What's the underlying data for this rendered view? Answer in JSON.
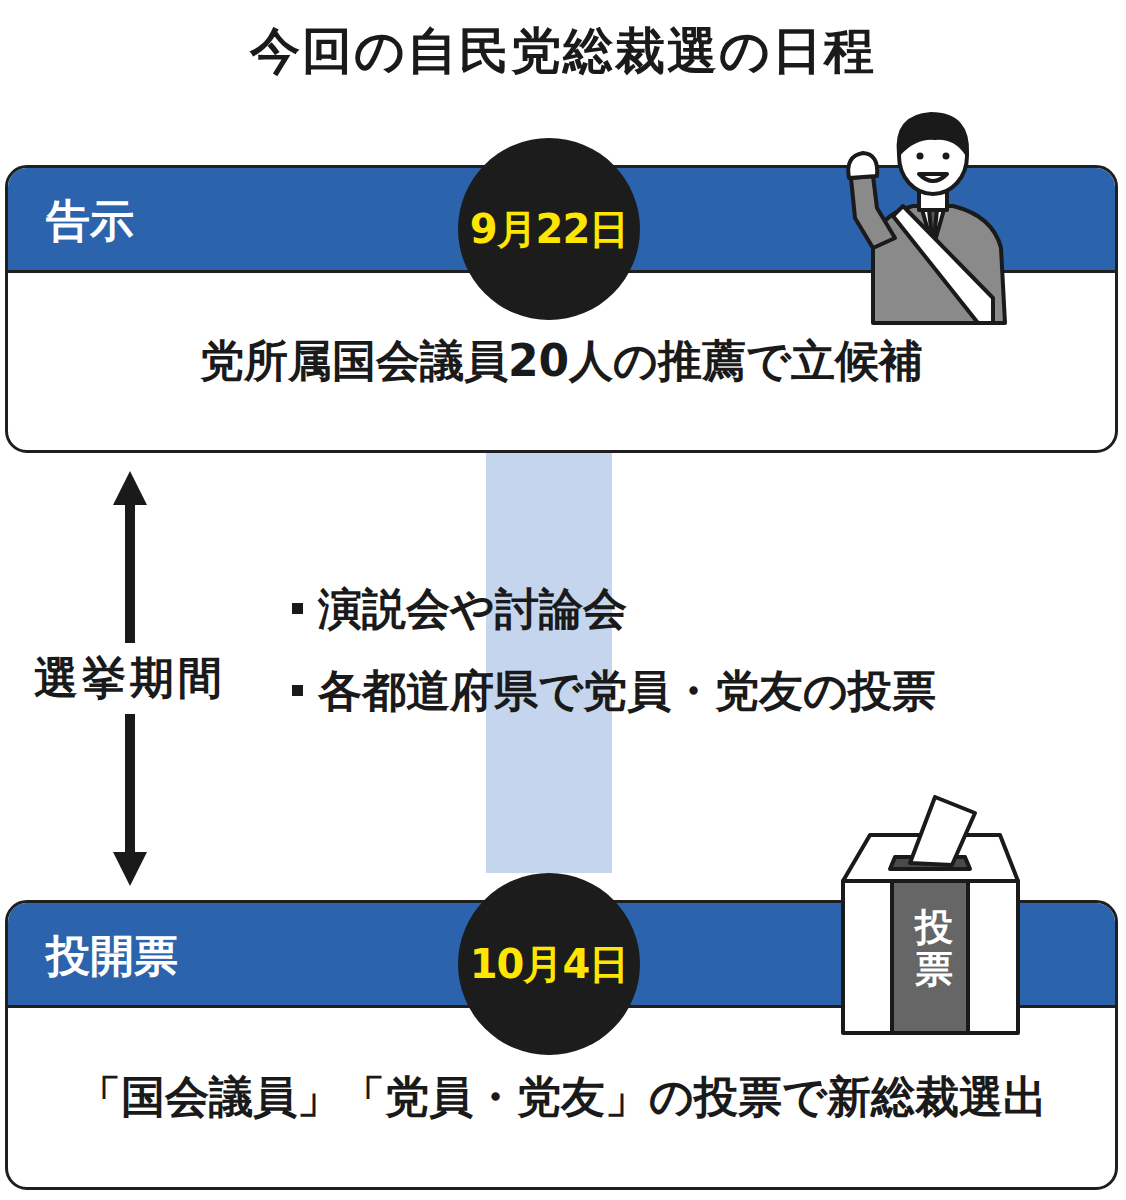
{
  "diagram": {
    "title": "今回の自民党総裁選の日程",
    "nodes": [
      {
        "text": [
          "告示",
          "党所属国会議員20人の推薦で立候補"
        ]
      },
      {
        "text": [
          "9月22日"
        ],
        "in": 0
      },
      {
        "text": [
          "投開票",
          "「国会議員」「党員・党友」の投票で新総裁選出"
        ]
      },
      {
        "text": [
          "10月4日"
        ],
        "in": 2
      },
      {
        "text": [
          "投票"
        ]
      }
    ],
    "edges": [
      {
        "from": 0,
        "to": 2,
        "arrow": "both",
        "label": "選挙期間"
      },
      {
        "from": 1,
        "to": 3,
        "arrow": "none"
      }
    ],
    "labels": [
      "演説会や討論会",
      "各都道府県で党員・党友の投票"
    ]
  }
}
